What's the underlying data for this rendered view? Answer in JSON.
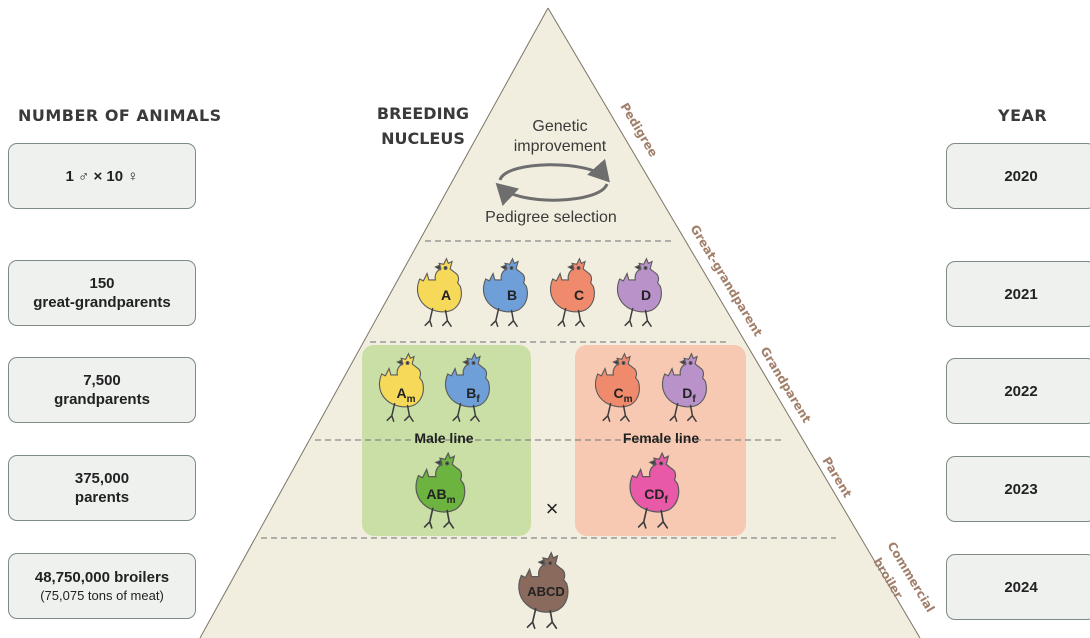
{
  "left_column": {
    "heading": "NUMBER OF ANIMALS",
    "rows": [
      {
        "line1": "1 ♂ × 10 ♀",
        "line2": ""
      },
      {
        "line1": "150",
        "line2": "great-grandparents"
      },
      {
        "line1": "7,500",
        "line2": "grandparents"
      },
      {
        "line1": "375,000",
        "line2": "parents"
      },
      {
        "line1": "48,750,000 broilers",
        "line2": "(75,075 tons of meat)"
      }
    ]
  },
  "right_column": {
    "heading": "YEAR",
    "years": [
      "2020",
      "2021",
      "2022",
      "2023",
      "2024"
    ]
  },
  "pyramid": {
    "nucleus_label": [
      "BREEDING",
      "NUCLEUS"
    ],
    "improvement_label": [
      "Genetic",
      "improvement"
    ],
    "selection_label": "Pedigree selection",
    "tier_labels": [
      "Pedigree",
      "Great-grandparent",
      "Grandparent",
      "Parent",
      "Commercial",
      "broiler"
    ],
    "male_line_label": "Male line",
    "female_line_label": "Female line",
    "cross_symbol": "×",
    "great_grandparent_chickens": [
      {
        "label": "A",
        "color": "#f7d95a"
      },
      {
        "label": "B",
        "color": "#6f9fd8"
      },
      {
        "label": "C",
        "color": "#f08a6c"
      },
      {
        "label": "D",
        "color": "#b892c9"
      }
    ],
    "grandparent_male": [
      {
        "base": "A",
        "sub": "m",
        "color": "#f7d95a"
      },
      {
        "base": "B",
        "sub": "f",
        "color": "#6f9fd8"
      }
    ],
    "grandparent_female": [
      {
        "base": "C",
        "sub": "m",
        "color": "#f08a6c"
      },
      {
        "base": "D",
        "sub": "f",
        "color": "#b892c9"
      }
    ],
    "parent_male": {
      "base": "AB",
      "sub": "m",
      "color": "#6cb33f"
    },
    "parent_female": {
      "base": "CD",
      "sub": "f",
      "color": "#e85aa8"
    },
    "broiler": {
      "label": "ABCD",
      "color": "#8a6a5c"
    }
  },
  "colors": {
    "pyramid_fill": "#f2eedf",
    "male_panel": "#c9dfa6",
    "female_panel": "#f8c9b2",
    "tier_label": "#a27f6a",
    "box_fill": "#eef1ee",
    "box_border": "#7d8a86"
  }
}
